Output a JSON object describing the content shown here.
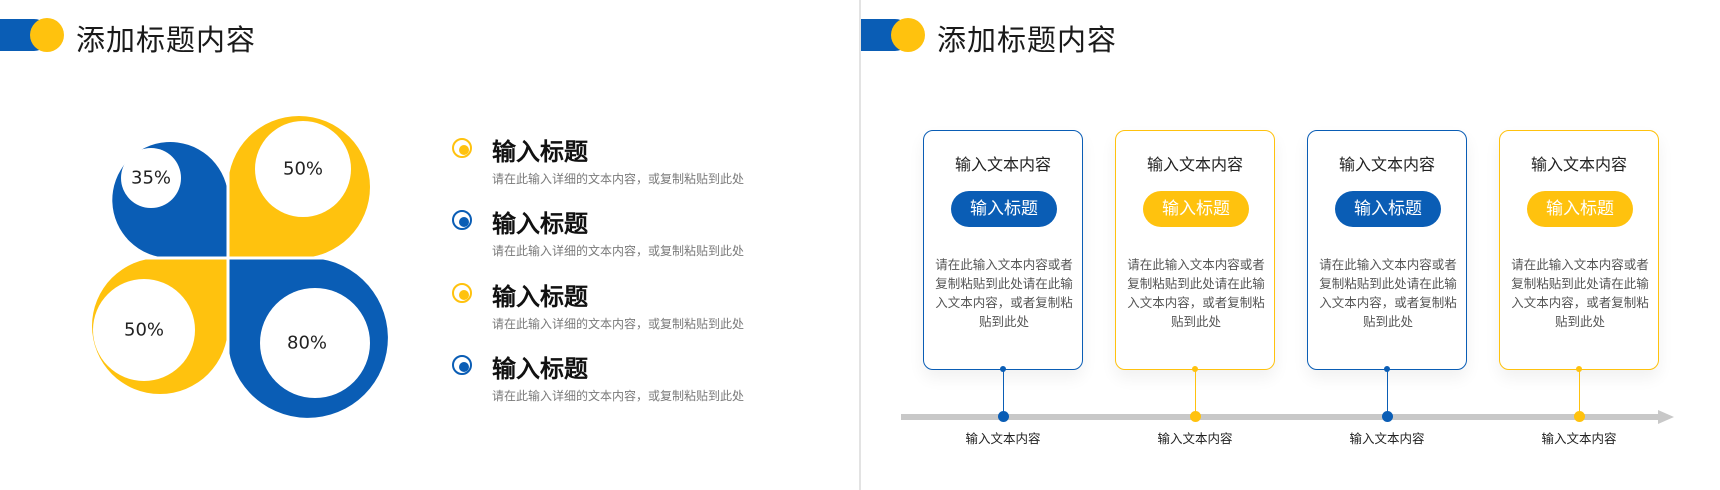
{
  "colors": {
    "blue": "#0a5db5",
    "yellow": "#ffc20e",
    "gray": "#c8c8c8"
  },
  "slide_left": {
    "title": "添加标题内容",
    "petals": [
      {
        "label": "35%",
        "color": "blue"
      },
      {
        "label": "50%",
        "color": "yellow"
      },
      {
        "label": "50%",
        "color": "yellow"
      },
      {
        "label": "80%",
        "color": "blue"
      }
    ],
    "list": [
      {
        "title": "输入标题",
        "desc": "请在此输入详细的文本内容，或复制粘贴到此处",
        "color": "yellow"
      },
      {
        "title": "输入标题",
        "desc": "请在此输入详细的文本内容，或复制粘贴到此处",
        "color": "blue"
      },
      {
        "title": "输入标题",
        "desc": "请在此输入详细的文本内容，或复制粘贴到此处",
        "color": "yellow"
      },
      {
        "title": "输入标题",
        "desc": "请在此输入详细的文本内容，或复制粘贴到此处",
        "color": "blue"
      }
    ]
  },
  "slide_right": {
    "title": "添加标题内容",
    "cards": [
      {
        "heading": "输入文本内容",
        "pill": "输入标题",
        "body": "请在此输入文本内容或者复制粘贴到此处请在此输入文本内容，或者复制粘贴到此处",
        "color": "blue",
        "timeline_label": "输入文本内容"
      },
      {
        "heading": "输入文本内容",
        "pill": "输入标题",
        "body": "请在此输入文本内容或者复制粘贴到此处请在此输入文本内容，或者复制粘贴到此处",
        "color": "yellow",
        "timeline_label": "输入文本内容"
      },
      {
        "heading": "输入文本内容",
        "pill": "输入标题",
        "body": "请在此输入文本内容或者复制粘贴到此处请在此输入文本内容，或者复制粘贴到此处",
        "color": "blue",
        "timeline_label": "输入文本内容"
      },
      {
        "heading": "输入文本内容",
        "pill": "输入标题",
        "body": "请在此输入文本内容或者复制粘贴到此处请在此输入文本内容，或者复制粘贴到此处",
        "color": "yellow",
        "timeline_label": "输入文本内容"
      }
    ]
  }
}
